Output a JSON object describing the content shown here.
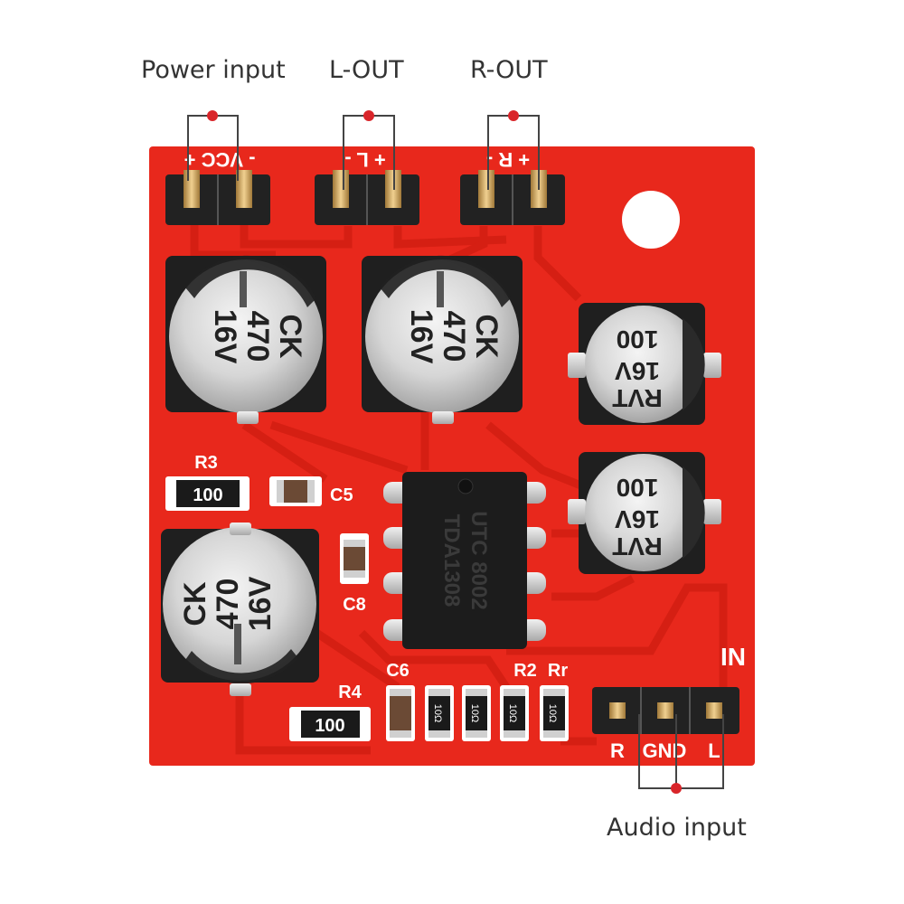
{
  "callouts": {
    "power_input": "Power input",
    "l_out": "L-OUT",
    "r_out": "R-OUT",
    "audio_input": "Audio input"
  },
  "silkscreen": {
    "power": "- VCC +",
    "left": "+ L -",
    "right": "+ R -",
    "in": "IN",
    "in_pins": [
      "R",
      "GND",
      "L"
    ],
    "r3": "R3",
    "r4": "R4",
    "c5": "C5",
    "c6": "C6",
    "c8": "C8",
    "r2": "R2",
    "rr": "Rr"
  },
  "resistors": {
    "r3_value": "100",
    "r4_value": "100",
    "small_value": "10Ω"
  },
  "capacitors_large": [
    {
      "brand": "CK",
      "cap": "470",
      "volt": "16V"
    },
    {
      "brand": "CK",
      "cap": "470",
      "volt": "16V"
    },
    {
      "brand": "CK",
      "cap": "470",
      "volt": "16V"
    }
  ],
  "capacitors_small": [
    {
      "brand": "RVT",
      "volt": "16V",
      "cap": "100"
    },
    {
      "brand": "RVT",
      "volt": "16V",
      "cap": "100"
    }
  ],
  "chip": {
    "line1": "UTC 8002",
    "line2": "TDA1308"
  },
  "colors": {
    "pcb": "#e8281c",
    "trace": "#d61e12",
    "callout_dot": "#d9252a",
    "callout_line": "#444444",
    "pin_gold": "#d8b070",
    "header_black": "#222222"
  }
}
